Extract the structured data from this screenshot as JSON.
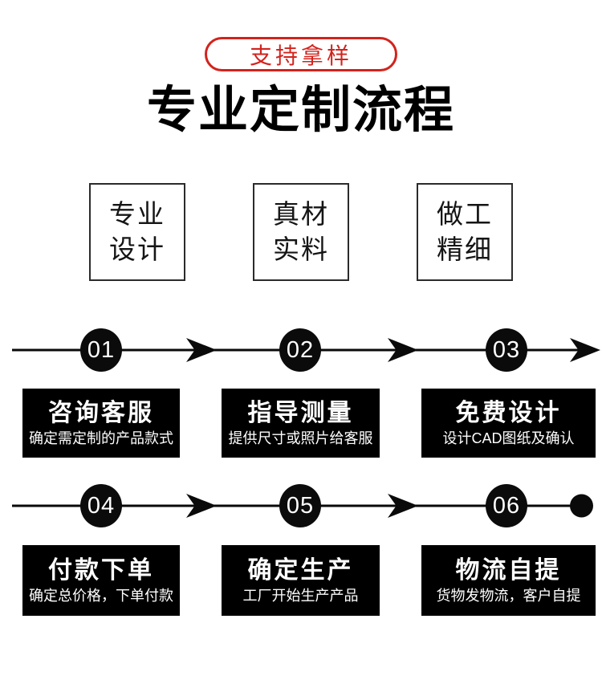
{
  "badge": {
    "label": "支持拿样"
  },
  "title": "专业定制流程",
  "features": [
    {
      "line1": "专业",
      "line2": "设计"
    },
    {
      "line1": "真材",
      "line2": "实料"
    },
    {
      "line1": "做工",
      "line2": "精细"
    }
  ],
  "process": {
    "rows": [
      {
        "end_marker": "arrow",
        "steps": [
          {
            "number": "01",
            "title": "咨询客服",
            "desc": "确定需定制的产品款式"
          },
          {
            "number": "02",
            "title": "指导测量",
            "desc": "提供尺寸或照片给客服"
          },
          {
            "number": "03",
            "title": "免费设计",
            "desc": "设计CAD图纸及确认"
          }
        ]
      },
      {
        "end_marker": "dot",
        "steps": [
          {
            "number": "04",
            "title": "付款下单",
            "desc": "确定总价格，下单付款"
          },
          {
            "number": "05",
            "title": "确定生产",
            "desc": "工厂开始生产产品"
          },
          {
            "number": "06",
            "title": "物流自提",
            "desc": "货物发物流，客户自提"
          }
        ]
      }
    ]
  },
  "colors": {
    "accent_red": "#d2231d",
    "step_card_bg": "#000000",
    "line_color": "#0a0a0a",
    "text_color": "#000000"
  }
}
